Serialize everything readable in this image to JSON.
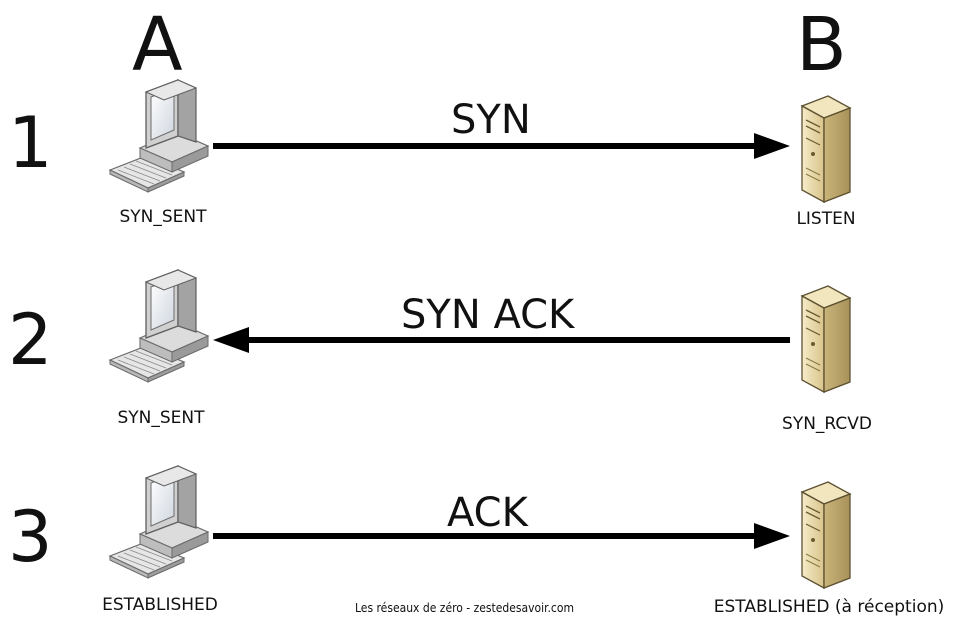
{
  "actors": {
    "a": "A",
    "b": "B"
  },
  "steps": [
    {
      "number": "1",
      "message": "SYN",
      "direction": "a-to-b",
      "a_state": "SYN_SENT",
      "b_state": "LISTEN"
    },
    {
      "number": "2",
      "message": "SYN ACK",
      "direction": "b-to-a",
      "a_state": "SYN_SENT",
      "b_state": "SYN_RCVD"
    },
    {
      "number": "3",
      "message": "ACK",
      "direction": "a-to-b",
      "a_state": "ESTABLISHED",
      "b_state": "ESTABLISHED (à réception)"
    }
  ],
  "credit": "Les réseaux de zéro - zestedesavoir.com",
  "icons": {
    "a": "desktop-computer-icon",
    "b": "server-tower-icon"
  },
  "colors": {
    "arrow": "#000000",
    "server_body": "#e8d9a8",
    "monitor_frame": "#d9d9d9"
  }
}
